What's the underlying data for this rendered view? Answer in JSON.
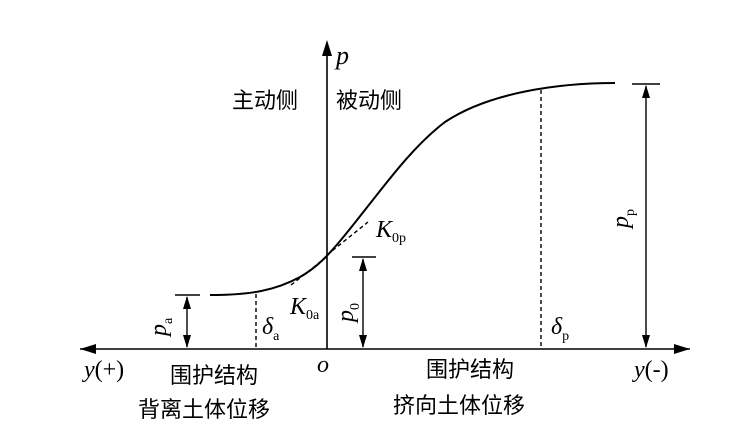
{
  "axes": {
    "y_axis_label": "p",
    "x_left_label": {
      "var": "y",
      "sign": "(+)"
    },
    "x_right_label": {
      "var": "y",
      "sign": "(-)"
    },
    "origin_label": "o"
  },
  "sides": {
    "active": "主动侧",
    "passive": "被动侧"
  },
  "bottom_labels": {
    "left_line1": "围护结构",
    "left_line2": "背离土体位移",
    "right_line1": "围护结构",
    "right_line2": "挤向土体位移"
  },
  "annotations": {
    "K0p": {
      "main": "K",
      "sub": "0p"
    },
    "K0a": {
      "main": "K",
      "sub": "0a"
    },
    "pp": {
      "main": "p",
      "sub": "p"
    },
    "pa": {
      "main": "p",
      "sub": "a"
    },
    "p0": {
      "main": "p",
      "sub": "0"
    },
    "delta_a": {
      "main": "δ",
      "sub": "a"
    },
    "delta_p": {
      "main": "δ",
      "sub": "p"
    }
  },
  "colors": {
    "stroke": "#000000",
    "background": "#ffffff"
  }
}
